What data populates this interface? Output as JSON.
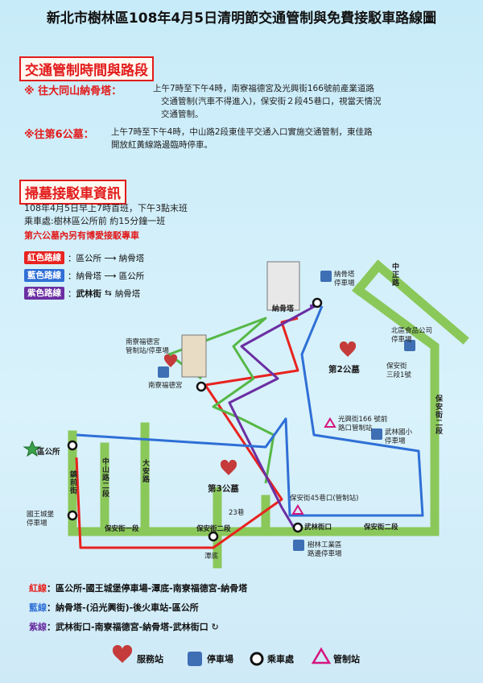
{
  "title": "新北市樹林區108年4月5日清明節交通管制與免費接駁車路線圖",
  "traffic": {
    "heading": "交通管制時間與路段",
    "item1_mark": "※ 往大同山納骨塔：",
    "item1_text1": "上午7時至下午4時，南寮福德宮及光興街166號前產業道路",
    "item1_text2": "交通管制(汽車不得進入)，保安街２段45巷口，視當天情況",
    "item1_text3": "交通管制。",
    "item2_mark": "※往第6公墓：",
    "item2_text1": "上午7時至下午4時，中山路2段東佳平交通入口實施交通管制，東佳路",
    "item2_text2": "開放紅黃線路邊臨時停車。"
  },
  "shuttle": {
    "heading": "掃墓接駁車資訊",
    "line1": "108年4月5日早上7時首班，下午3點末班",
    "line2": "乘車處:樹林區公所前 約15分鐘一班",
    "line3": "第六公墓內另有博愛接駁專車"
  },
  "legend": {
    "red_label": "紅色路線",
    "red_text": "：區公所 ⟶ 納骨塔",
    "blue_label": "藍色路線",
    "blue_text": "：納骨塔 ⟶ 區公所",
    "purple_label": "紫色路線",
    "purple_sep": "：",
    "purple_from": "武林街",
    "purple_arrow": "⇆",
    "purple_to": "納骨塔"
  },
  "map": {
    "zhongzheng_rd": "中正路",
    "jinggu_tower": "納骨塔",
    "tower_parking_l1": "納骨塔",
    "tower_parking_l2": "停車場",
    "nanliao_station_l1": "南寮福德宮",
    "nanliao_station_l2": "管制站/停車場",
    "nanliao_temple": "南寮福德宮",
    "beiqu_parking_l1": "北區食品公司",
    "beiqu_parking_l2": "停車場",
    "baoan_3_l1": "保安街",
    "baoan_3_l2": "三段1號",
    "cemetery2": "第2公墓",
    "guangxing_l1": "光興街166 號前",
    "guangxing_l2": "路口管制站",
    "baoan_st_2_vert": "保安街二段",
    "wulin_school_l1": "武林國小",
    "wulin_school_l2": "停車場",
    "district_office": "區公所",
    "zhenqian_st": "鎮前街",
    "zhongshan_rd": "中山路二段",
    "daan_rd": "大安路",
    "cemetery3": "第3公墓",
    "baoan_45": "保安街45巷口(管制站)",
    "lane23": "23巷",
    "guowang_l1": "國王城堡",
    "guowang_l2": "停車場",
    "baoan_1": "保安街一段",
    "baoan_2a": "保安街二段",
    "wulin_st_mouth": "武林街口",
    "baoan_2b": "保安街二段",
    "tandi": "潭底",
    "industrial_l1": "樹林工業區",
    "industrial_l2": "路邊停車場"
  },
  "lines": {
    "red_name": "紅線",
    "red_route": "：區公所-國王城堡停車場-潭底-南寮福德宮-納骨塔",
    "blue_name": "藍線",
    "blue_route": "：納骨塔-(沿光興街)-後火車站-區公所",
    "purple_name": "紫線",
    "purple_route": "：武林街口-南寮福德宮-納骨塔-武林街口"
  },
  "footer": {
    "service": "服務站",
    "parking": "停車場",
    "stop": "乘車處",
    "control": "管制站"
  },
  "colors": {
    "red": "#e8231f",
    "blue": "#2f6fd6",
    "purple": "#6b2fa2",
    "green": "#8fcf5a",
    "road": "#8ac85a"
  }
}
